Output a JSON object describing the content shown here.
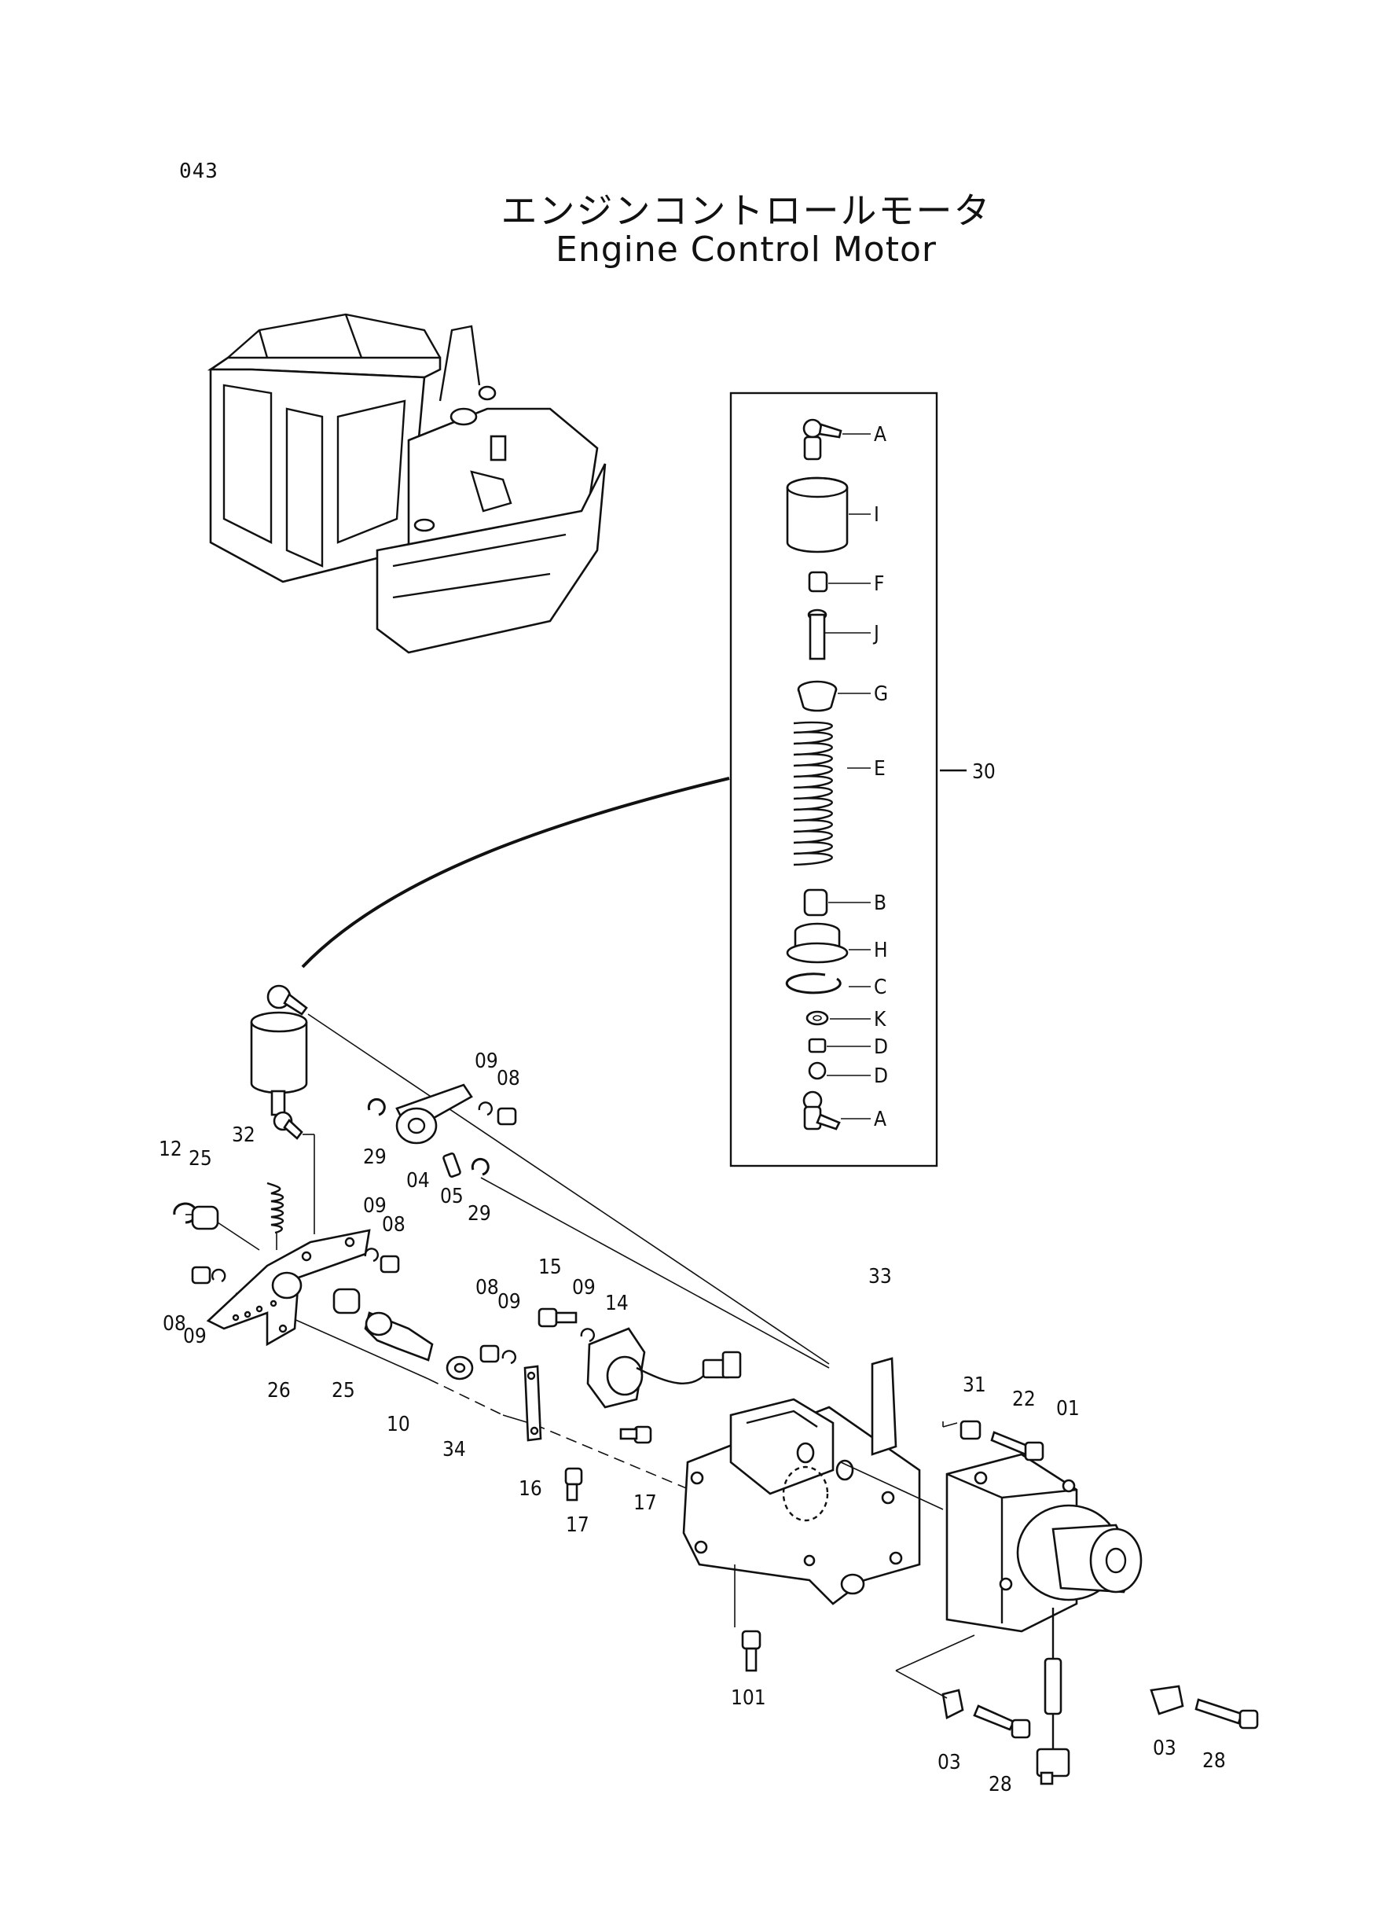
{
  "page_number": "043",
  "title_jp": "エンジンコントロールモータ",
  "title_en": "Engine Control Motor",
  "assembly_box_label": "30",
  "assembly_parts": [
    "A",
    "I",
    "F",
    "J",
    "G",
    "E",
    "B",
    "H",
    "C",
    "K",
    "D",
    "D",
    "A"
  ],
  "callouts": {
    "c12": "12",
    "c25a": "25",
    "c32": "32",
    "c29a": "29",
    "c04": "04",
    "c05": "05",
    "c29b": "29",
    "c09a": "09",
    "c08a": "08",
    "c09b": "09",
    "c08b": "08",
    "c08c": "08",
    "c09c": "09",
    "c26": "26",
    "c25b": "25",
    "c10": "10",
    "c08d": "08",
    "c09d": "09",
    "c15": "15",
    "c09e": "09",
    "c14": "14",
    "c34": "34",
    "c16": "16",
    "c17a": "17",
    "c17b": "17",
    "c33": "33",
    "c31": "31",
    "c22": "22",
    "c01": "01",
    "c101": "101",
    "c03a": "03",
    "c28a": "28",
    "c03b": "03",
    "c28b": "28"
  }
}
